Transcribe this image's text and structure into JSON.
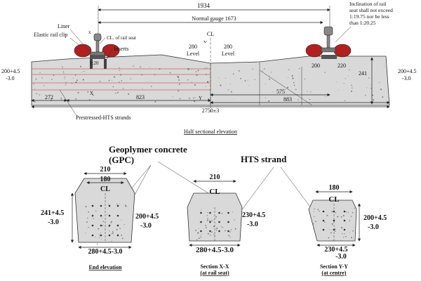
{
  "elevation": {
    "dim_top": "1934",
    "normal_gauge": "Normal gauge 1673",
    "cl": "CL",
    "liner": "Liner",
    "elastic_rail_clip": "Elastic rail clip",
    "x_label": "x",
    "cl_rail_seat": "CL. of rail seat",
    "inserts": "Inserts",
    "cant": "1:20",
    "y_label": "Y",
    "level_280_a": "280",
    "level_a": "Level",
    "level_280_b": "280",
    "level_b": "Level",
    "inclination": "Inclination of rail seat shall not exceed 1:19.75 nor be less than 1:20.25",
    "left_height": "200+4.5",
    "left_height_tol": "-3.0",
    "right_height": "200+4.5",
    "right_height_tol": "-3.0",
    "d200": "200",
    "d220": "220",
    "d241": "241",
    "d272": "272",
    "d823": "823",
    "d575": "575",
    "d883": "883",
    "total_length": "2750±3",
    "x_bottom": "X",
    "y_bottom": "Y",
    "strands_label": "Prestressed-HTS strands",
    "caption": "Half sectional elevation"
  },
  "callouts": {
    "gpc_line1": "Geoplymer concrete",
    "gpc_line2": "(GPC)",
    "hts": "HTS strand"
  },
  "sections": [
    {
      "top_width": "210",
      "inner_width": "180",
      "cl": "CL",
      "height_left": "241+4.5",
      "height_left_tol": "-3.0",
      "height_right": "200+4.5",
      "height_right_tol": "-3.0",
      "bottom_width": "280+4.5-3.0",
      "caption_line1": "End elevation",
      "caption_line2": ""
    },
    {
      "top_width": "210",
      "cl": "CL",
      "height": "230+4.5",
      "height_tol": "-3.0",
      "bottom_width": "280+4.5-3.0",
      "caption_line1": "Section X-X",
      "caption_line2": "(at rail seat)"
    },
    {
      "top_width": "180",
      "cl": "CL",
      "height": "200+4.5",
      "height_tol": "-3.0",
      "bottom_width": "230+4.5",
      "bottom_width_tol": "-3.0",
      "caption_line1": "Section Y-Y",
      "caption_line2": "(at centre)"
    }
  ],
  "colors": {
    "concrete": "#d9d9d9",
    "strand_line": "#d06060",
    "pad": "#b02020"
  }
}
